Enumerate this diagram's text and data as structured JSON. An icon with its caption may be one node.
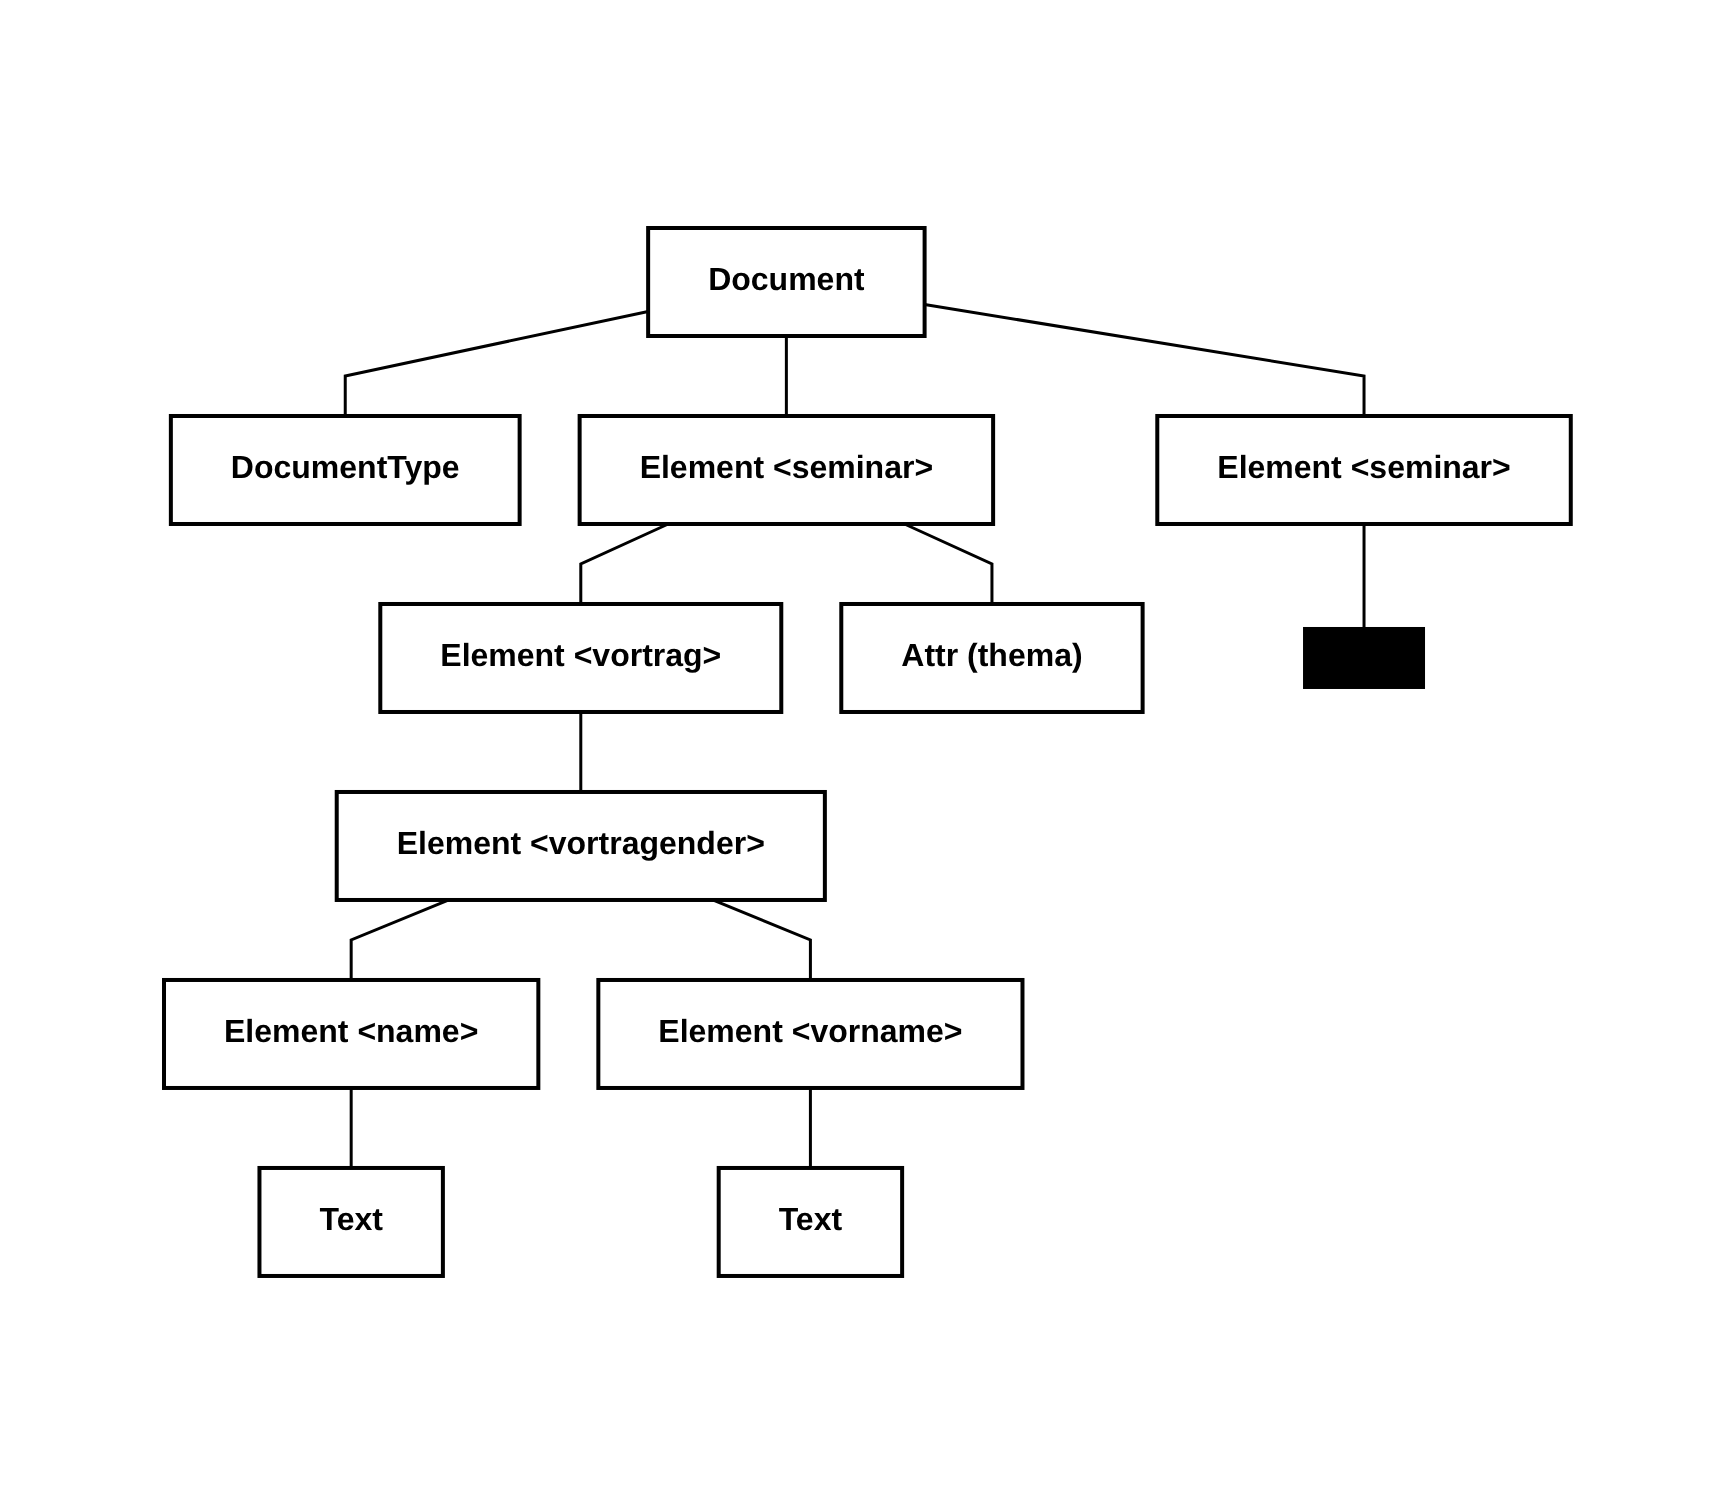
{
  "diagram": {
    "nodes": [
      {
        "text": [
          "Document"
        ]
      },
      {
        "text": [
          "DocumentType"
        ]
      },
      {
        "text": [
          "Element <seminar>"
        ]
      },
      {
        "text": [
          "Element <seminar>"
        ]
      },
      {
        "text": [
          "Element <vortrag>"
        ]
      },
      {
        "text": [
          "Attr (thema)"
        ]
      },
      {
        "text": [],
        "shape": "box"
      },
      {
        "text": [
          "Element <vortragender>"
        ]
      },
      {
        "text": [
          "Element <name>"
        ]
      },
      {
        "text": [
          "Element <vorname>"
        ]
      },
      {
        "text": [
          "Text"
        ]
      },
      {
        "text": [
          "Text"
        ]
      }
    ],
    "edges": [
      {
        "from": 0,
        "to": 1,
        "arrow": "none"
      },
      {
        "from": 0,
        "to": 2,
        "arrow": "none"
      },
      {
        "from": 0,
        "to": 3,
        "arrow": "none"
      },
      {
        "from": 2,
        "to": 4,
        "arrow": "none"
      },
      {
        "from": 2,
        "to": 5,
        "arrow": "none"
      },
      {
        "from": 3,
        "to": 6,
        "arrow": "none"
      },
      {
        "from": 4,
        "to": 7,
        "arrow": "none"
      },
      {
        "from": 7,
        "to": 8,
        "arrow": "none"
      },
      {
        "from": 7,
        "to": 9,
        "arrow": "none"
      },
      {
        "from": 8,
        "to": 10,
        "arrow": "none"
      },
      {
        "from": 9,
        "to": 11,
        "arrow": "none"
      }
    ]
  }
}
